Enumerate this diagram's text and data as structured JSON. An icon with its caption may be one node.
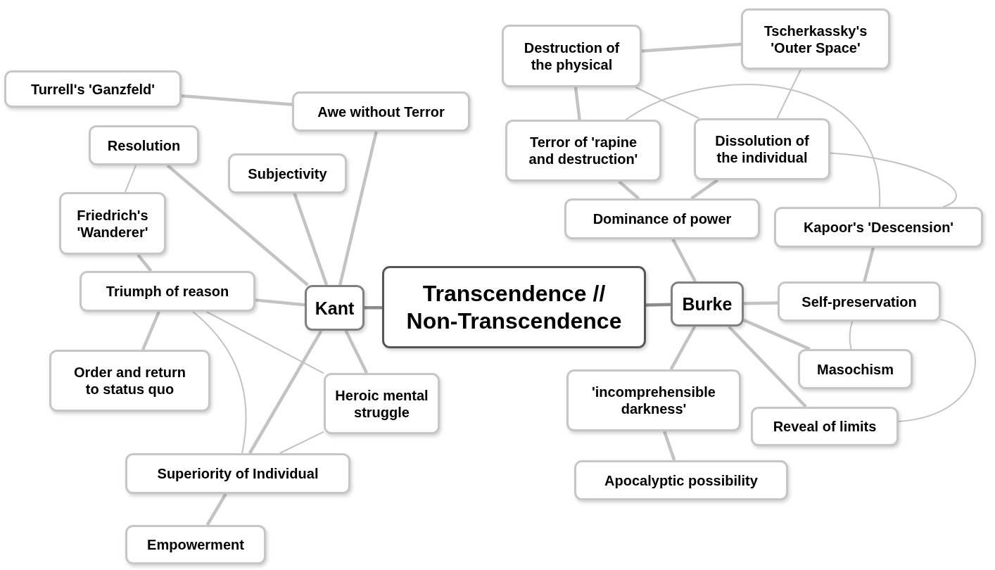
{
  "diagram": {
    "nodes": [
      {
        "text": [
          "Transcendence // Non-Transcendence"
        ]
      },
      {
        "text": [
          "Kant"
        ]
      },
      {
        "text": [
          "Burke"
        ]
      },
      {
        "text": [
          "Turrell's 'Ganzfeld'"
        ]
      },
      {
        "text": [
          "Awe without Terror"
        ]
      },
      {
        "text": [
          "Resolution"
        ]
      },
      {
        "text": [
          "Subjectivity"
        ]
      },
      {
        "text": [
          "Friedrich's 'Wanderer'"
        ]
      },
      {
        "text": [
          "Triumph of reason"
        ]
      },
      {
        "text": [
          "Order and return to status quo"
        ]
      },
      {
        "text": [
          "Heroic mental struggle"
        ]
      },
      {
        "text": [
          "Superiority of Individual"
        ]
      },
      {
        "text": [
          "Empowerment"
        ]
      },
      {
        "text": [
          "Destruction of the physical"
        ]
      },
      {
        "text": [
          "Tscherkassky's 'Outer Space'"
        ]
      },
      {
        "text": [
          "Terror of 'rapine and destruction'"
        ]
      },
      {
        "text": [
          "Dissolution of the individual"
        ]
      },
      {
        "text": [
          "Dominance of power"
        ]
      },
      {
        "text": [
          "Kapoor's 'Descension'"
        ]
      },
      {
        "text": [
          "Self-preservation"
        ]
      },
      {
        "text": [
          "Masochism"
        ]
      },
      {
        "text": [
          "'incomprehensible darkness'"
        ]
      },
      {
        "text": [
          "Reveal of limits"
        ]
      },
      {
        "text": [
          "Apocalyptic possibility"
        ]
      }
    ],
    "edges": [
      {
        "from": 0,
        "to": 1,
        "arrow": "none",
        "color": "#8c8c8c"
      },
      {
        "from": 0,
        "to": 2,
        "arrow": "none",
        "color": "#8c8c8c"
      },
      {
        "from": 1,
        "to": 4,
        "arrow": "none"
      },
      {
        "from": 1,
        "to": 6,
        "arrow": "none"
      },
      {
        "from": 1,
        "to": 5,
        "arrow": "none"
      },
      {
        "from": 1,
        "to": 8,
        "arrow": "none"
      },
      {
        "from": 1,
        "to": 10,
        "arrow": "none"
      },
      {
        "from": 1,
        "to": 11,
        "arrow": "none"
      },
      {
        "from": 4,
        "to": 3,
        "arrow": "none"
      },
      {
        "from": 5,
        "to": 7,
        "arrow": "none"
      },
      {
        "from": 7,
        "to": 8,
        "arrow": "none"
      },
      {
        "from": 8,
        "to": 9,
        "arrow": "none"
      },
      {
        "from": 8,
        "to": 10,
        "arrow": "none"
      },
      {
        "from": 8,
        "to": 11,
        "arrow": "none"
      },
      {
        "from": 11,
        "to": 10,
        "arrow": "none"
      },
      {
        "from": 11,
        "to": 12,
        "arrow": "none"
      },
      {
        "from": 2,
        "to": 17,
        "arrow": "none"
      },
      {
        "from": 17,
        "to": 15,
        "arrow": "none"
      },
      {
        "from": 17,
        "to": 16,
        "arrow": "none"
      },
      {
        "from": 15,
        "to": 13,
        "arrow": "none"
      },
      {
        "from": 13,
        "to": 14,
        "arrow": "none"
      },
      {
        "from": 13,
        "to": 16,
        "arrow": "none"
      },
      {
        "from": 14,
        "to": 16,
        "arrow": "none"
      },
      {
        "from": 15,
        "to": 18,
        "arrow": "none"
      },
      {
        "from": 16,
        "to": 18,
        "arrow": "none"
      },
      {
        "from": 2,
        "to": 19,
        "arrow": "none"
      },
      {
        "from": 18,
        "to": 19,
        "arrow": "none"
      },
      {
        "from": 2,
        "to": 20,
        "arrow": "none"
      },
      {
        "from": 19,
        "to": 20,
        "arrow": "none"
      },
      {
        "from": 2,
        "to": 22,
        "arrow": "none"
      },
      {
        "from": 19,
        "to": 22,
        "arrow": "none"
      },
      {
        "from": 2,
        "to": 21,
        "arrow": "none"
      },
      {
        "from": 21,
        "to": 23,
        "arrow": "none"
      }
    ]
  }
}
